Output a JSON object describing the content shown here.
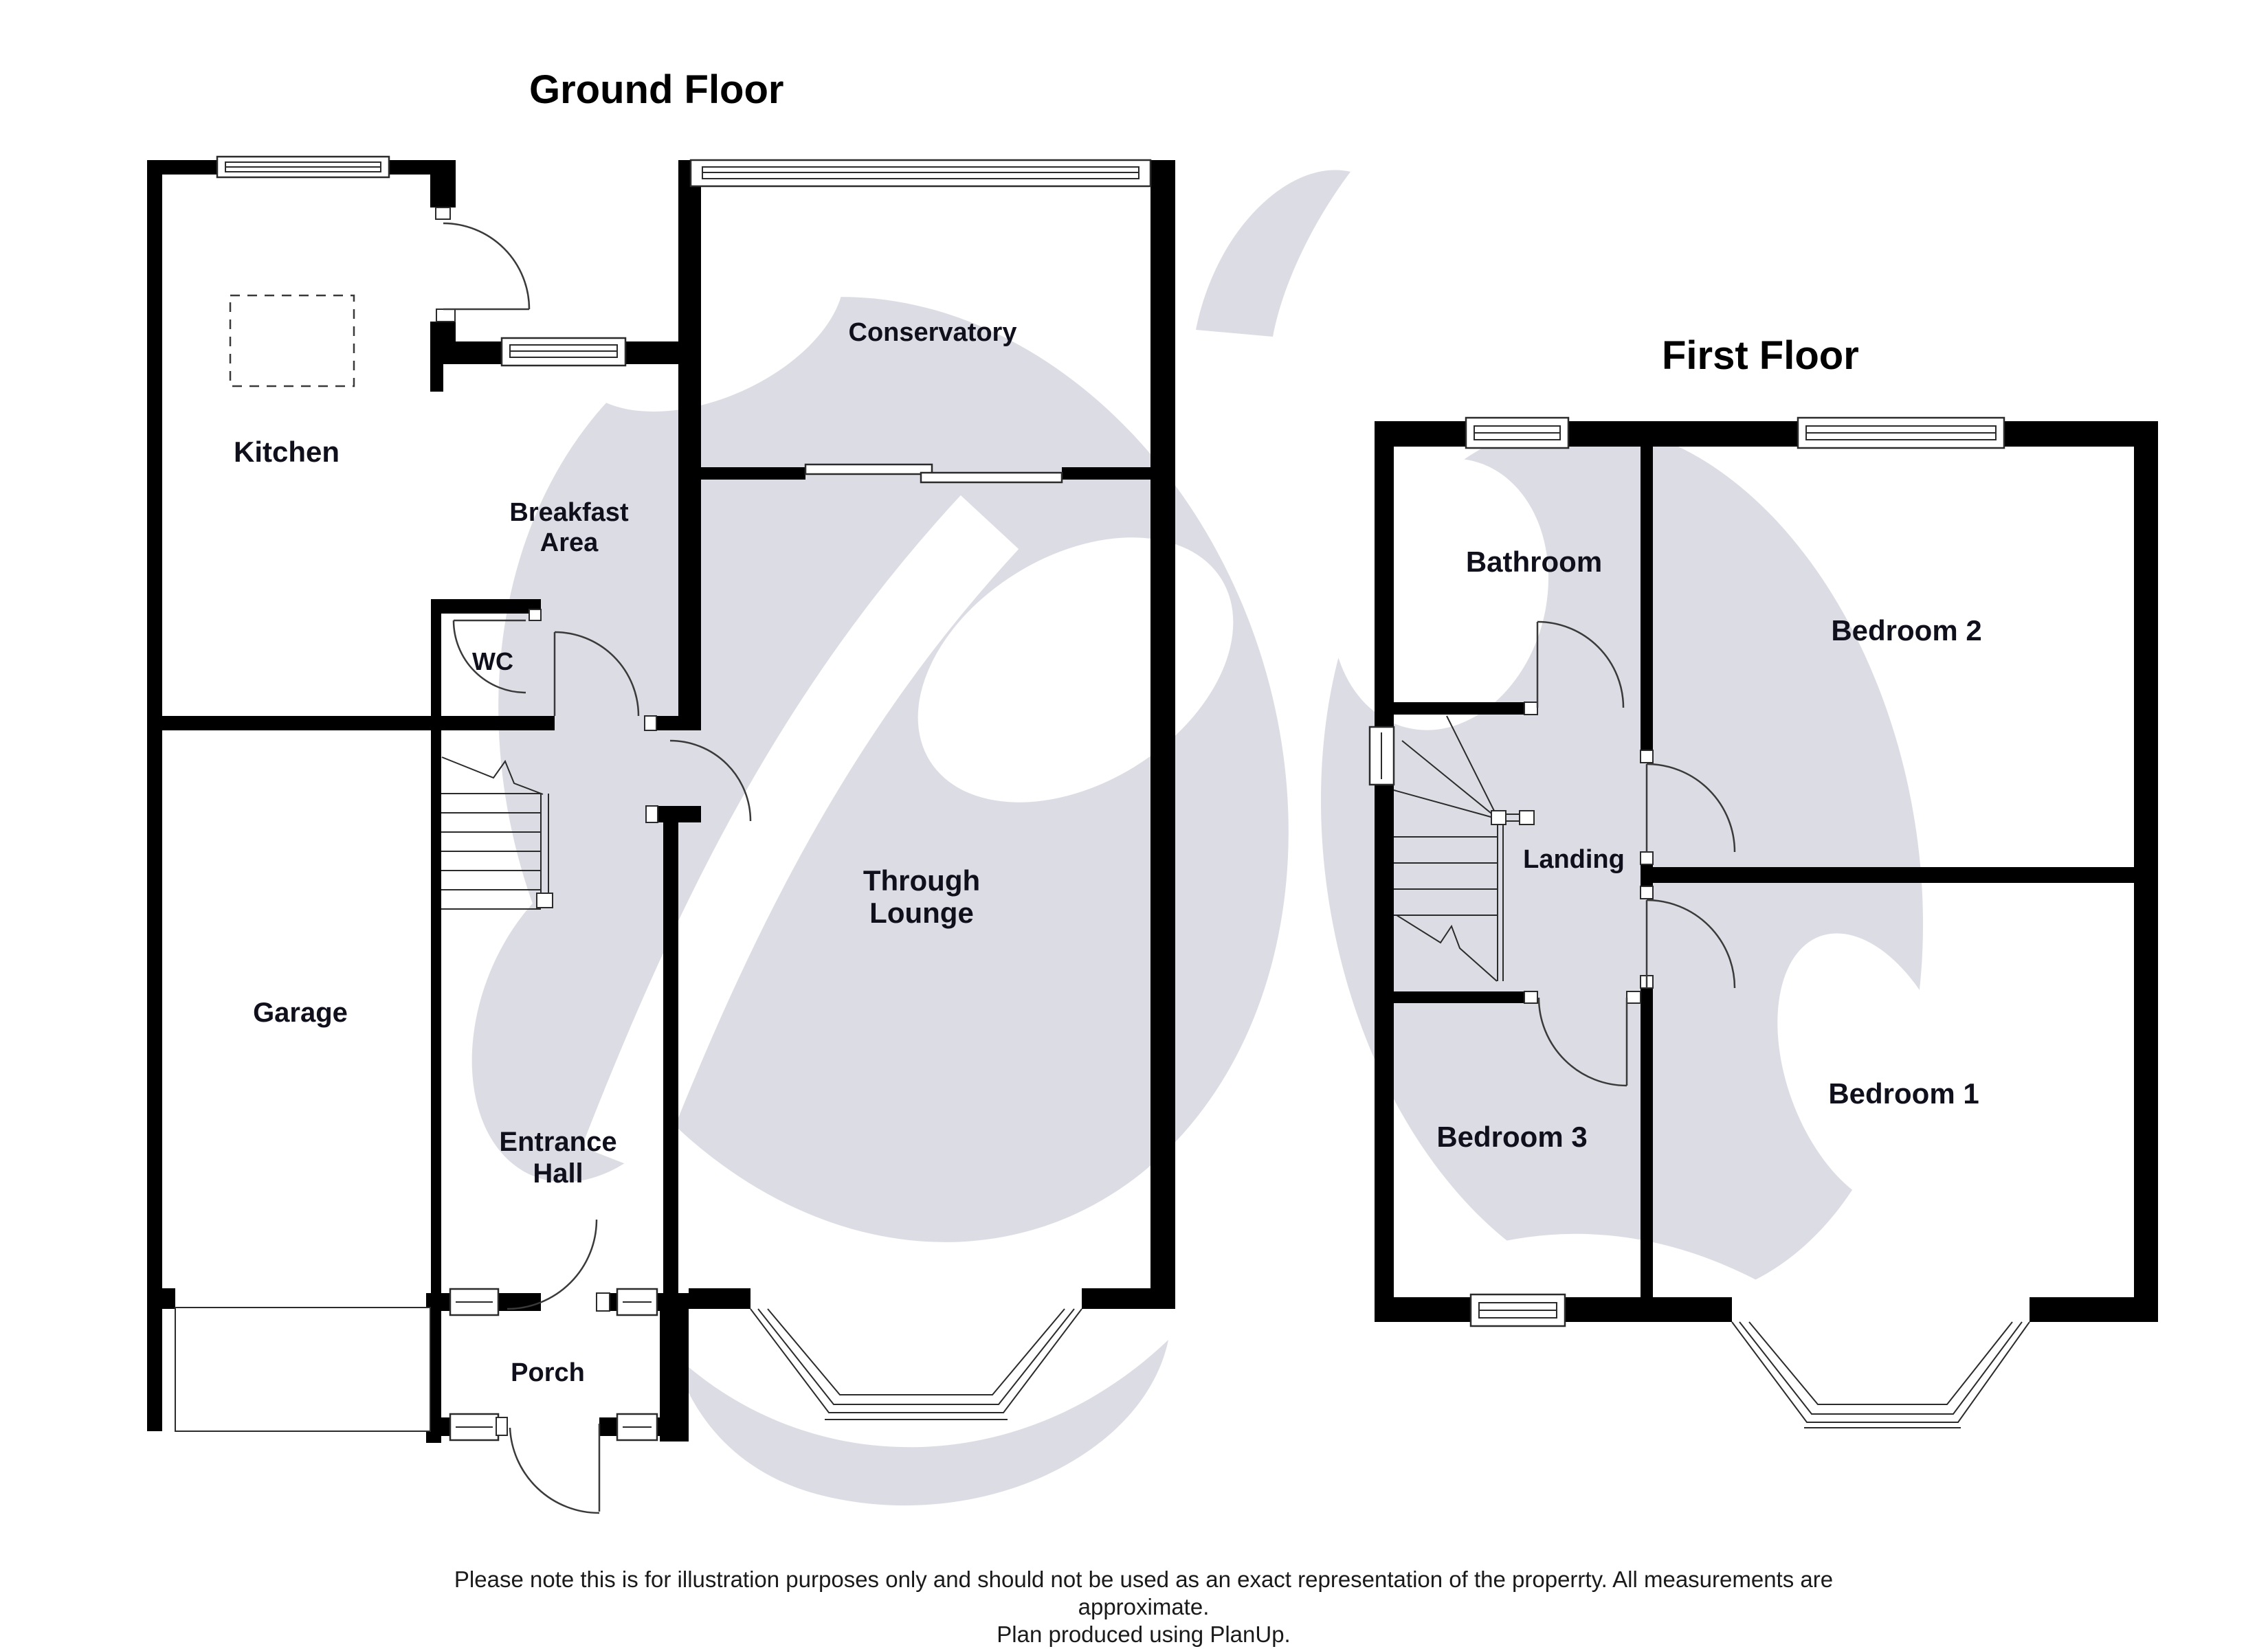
{
  "titles": {
    "ground_floor": "Ground Floor",
    "first_floor": "First Floor"
  },
  "rooms": {
    "kitchen": {
      "label": "Kitchen"
    },
    "breakfast_area": {
      "line1": "Breakfast",
      "line2": "Area"
    },
    "wc": {
      "label": "WC"
    },
    "garage": {
      "label": "Garage"
    },
    "entrance_hall": {
      "line1": "Entrance",
      "line2": "Hall"
    },
    "through_lounge": {
      "line1": "Through",
      "line2": "Lounge"
    },
    "porch": {
      "label": "Porch"
    },
    "conservatory": {
      "label": "Conservatory"
    },
    "bathroom": {
      "label": "Bathroom"
    },
    "bedroom1": {
      "label": "Bedroom 1"
    },
    "bedroom2": {
      "label": "Bedroom 2"
    },
    "bedroom3": {
      "label": "Bedroom 3"
    },
    "landing": {
      "label": "Landing"
    }
  },
  "disclaimer": {
    "line1": "Please note this is for illustration purposes only and should not be used as an exact representation of the properrty. All measurements are",
    "line2": "approximate.",
    "line3": "Plan produced using PlanUp."
  },
  "colors": {
    "wall": "#000000",
    "label_text": "#10101c",
    "title_text": "#000000",
    "watermark": "#dcdce4",
    "plan_line": "#2b2b2b",
    "background": "#ffffff"
  }
}
